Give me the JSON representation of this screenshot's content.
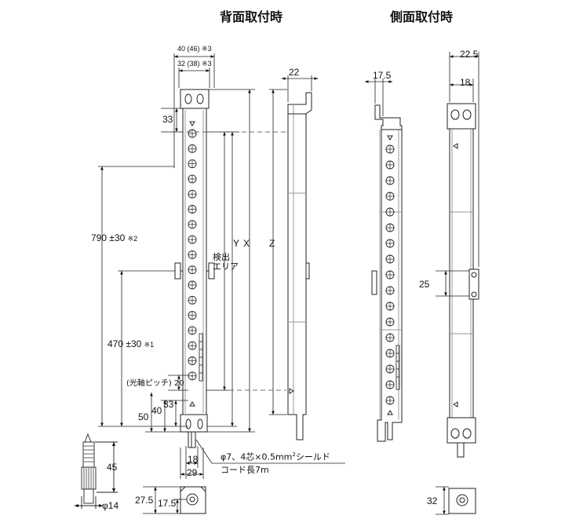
{
  "headings": {
    "back_mount": "背面取付時",
    "side_mount": "側面取付時"
  },
  "back_view": {
    "width_outer": "40 (46)",
    "width_outer_note": "※3",
    "width_inner": "32 (38)",
    "width_inner_note": "※3",
    "dim_top": "33",
    "dim_790": "790 ±30",
    "dim_790_note": "※2",
    "dim_470": "470 ±30",
    "dim_470_note": "※1",
    "label_Y": "Y",
    "label_X": "X",
    "detection_area": "検出\nエリア",
    "pitch_label": "(光軸ピッチ) 20",
    "dim_33_bottom": "33",
    "dim_40": "40",
    "dim_50": "50",
    "dim_18": "18",
    "dim_29": "29",
    "cable_spec": "φ7、4芯×0.5mm",
    "cable_spec_sup": "2",
    "cable_spec_tail": "シールド",
    "cord_length": "コード長7m"
  },
  "profile_view": {
    "dim_22": "22",
    "label_Z": "Z"
  },
  "connector": {
    "dim_45": "45",
    "dim_phi14": "φ14"
  },
  "bottom_view": {
    "dim_27_5": "27.5",
    "dim_17_5": "17.5"
  },
  "side_view_1": {
    "dim_17_5": "17.5"
  },
  "side_view_2": {
    "dim_22_5": "22.5",
    "dim_18": "18",
    "dim_25": "25",
    "dim_32": "32"
  }
}
